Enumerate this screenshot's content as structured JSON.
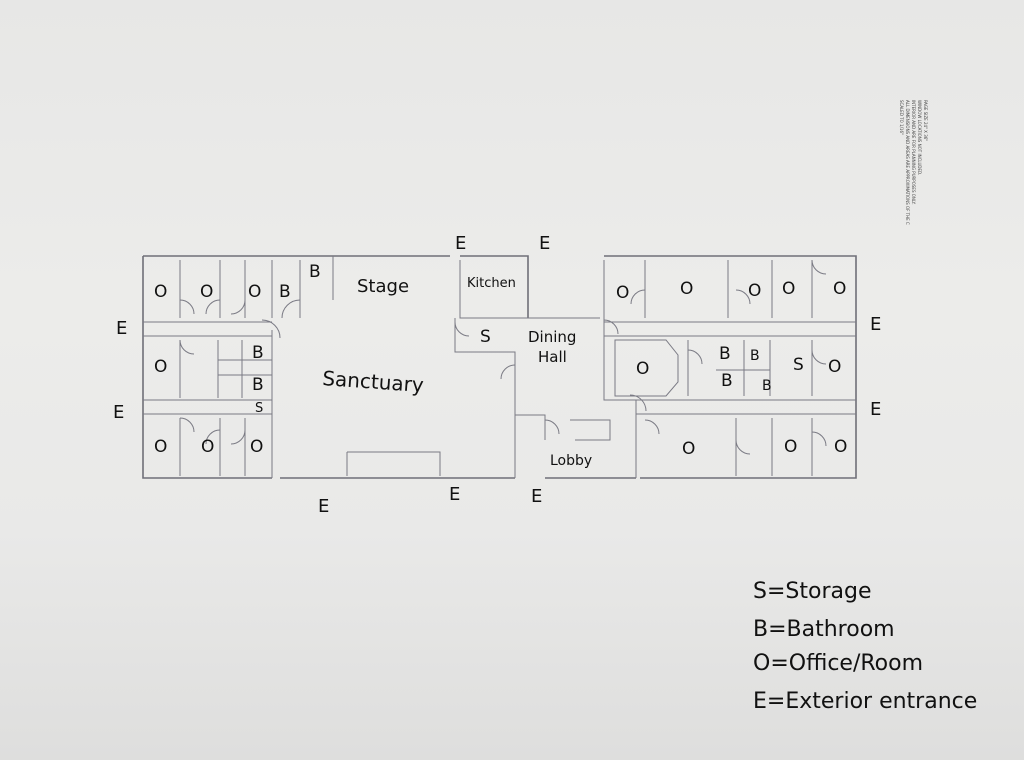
{
  "plan": {
    "labels": {
      "stage": "Stage",
      "sanctuary": "Sanctuary",
      "kitchen": "Kitchen",
      "dining": "Dining",
      "hall": "Hall",
      "lobby": "Lobby"
    },
    "codes": {
      "office": "O",
      "bathroom": "B",
      "storage": "S",
      "entrance": "E"
    }
  },
  "legend": {
    "storage": "S=Storage",
    "bathroom": "B=Bathroom",
    "office": "O=Office/Room",
    "entrance": "E=Exterior entrance"
  },
  "printed_notes": [
    "SCALED TO 1/16\"",
    "ALL DIMENSIONS AND AREAS ARE APPROXIMATIONS OF THE C",
    "INTERIOR AND ARE FOR PLANNING PURPOSES ONLY.",
    "WINDOW LOCATIONS NOT INCLUDED.",
    "PAGE SIZE 24\" X 36\""
  ]
}
